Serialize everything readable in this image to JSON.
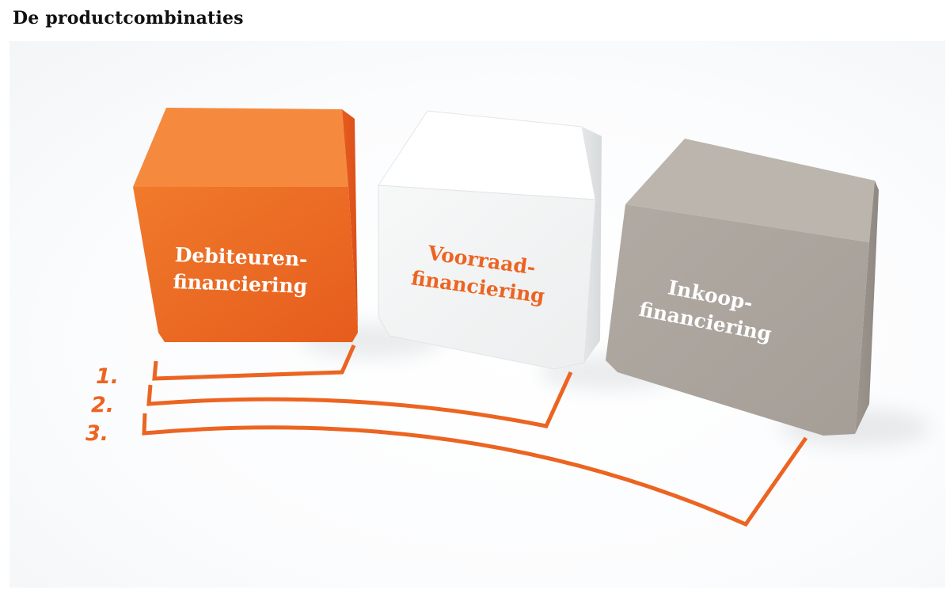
{
  "title": "De productcombinaties",
  "colors": {
    "orange": "#ec6421",
    "white_cube": "#f5f6f6",
    "grey_cube": "#aca59e",
    "label_white": "#ffffff"
  },
  "cubes": [
    {
      "label": "Debiteuren-\nfinanciering",
      "color": "#ec6421",
      "label_color": "#ffffff"
    },
    {
      "label": "Voorraad-\nfinanciering",
      "color": "#f5f6f6",
      "label_color": "#ec6421"
    },
    {
      "label": "Inkoop-\nfinanciering",
      "color": "#aca59e",
      "label_color": "#ffffff"
    }
  ],
  "brackets": [
    {
      "label": "1.",
      "spans_cubes": 1
    },
    {
      "label": "2.",
      "spans_cubes": 2
    },
    {
      "label": "3.",
      "spans_cubes": 3
    }
  ]
}
